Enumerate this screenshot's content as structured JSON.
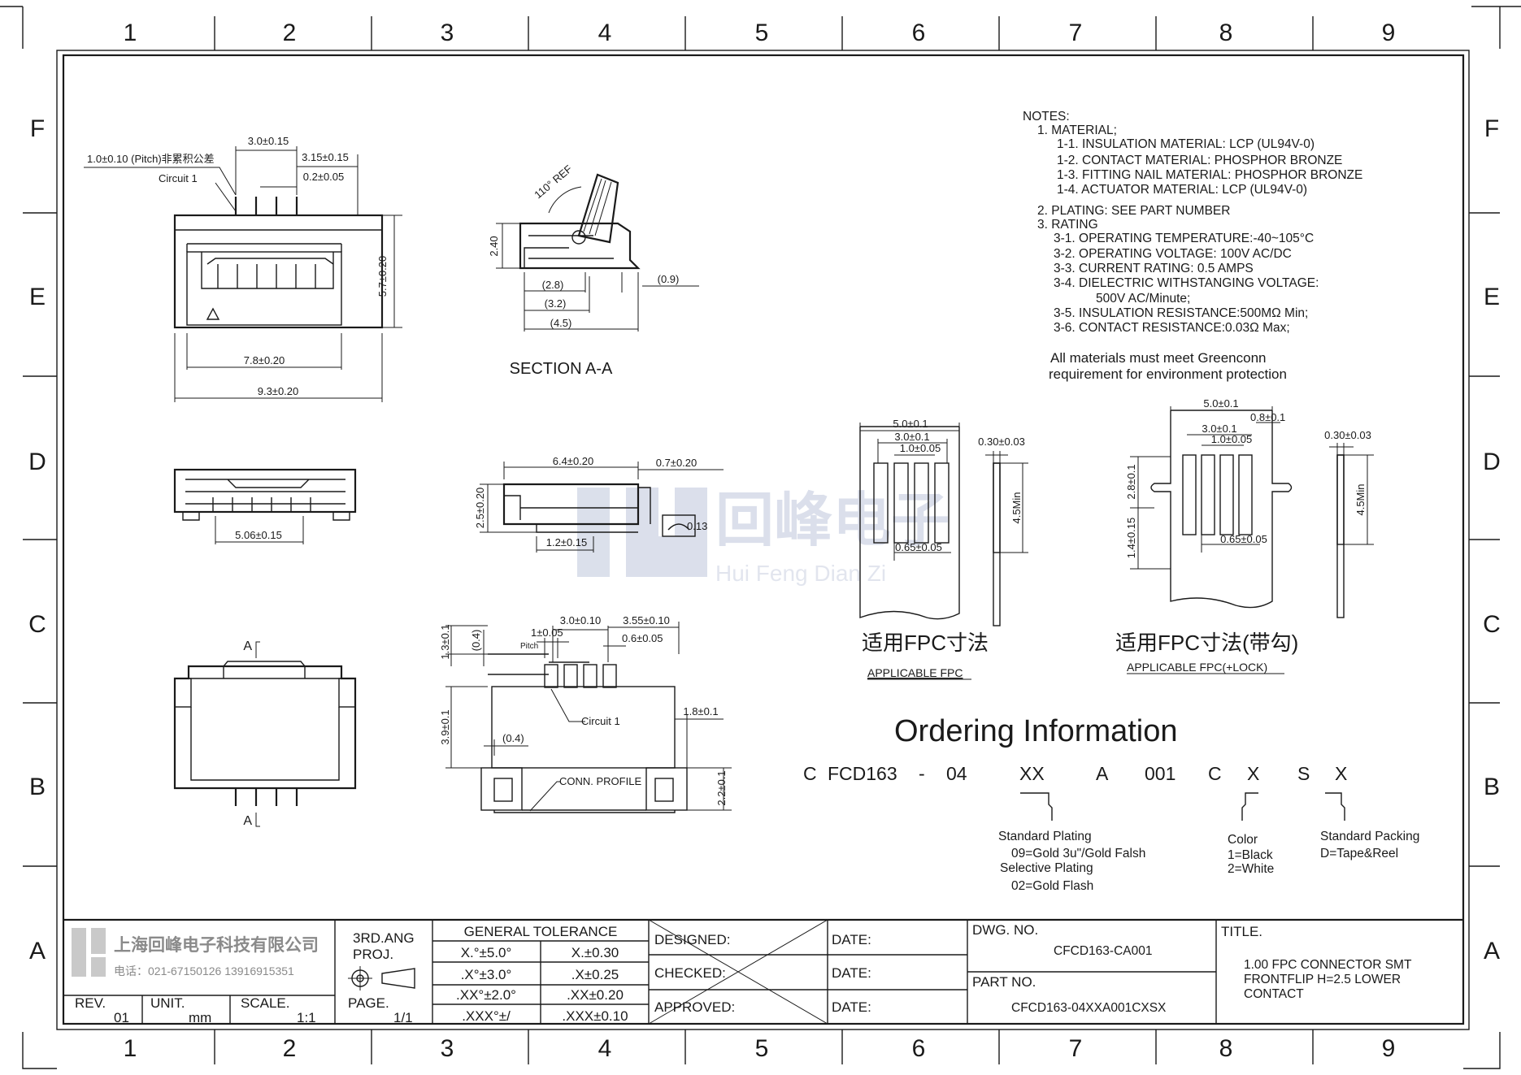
{
  "zones": {
    "columns": [
      "1",
      "2",
      "3",
      "4",
      "5",
      "6",
      "7",
      "8",
      "9"
    ],
    "rows": [
      "F",
      "E",
      "D",
      "C",
      "B",
      "A"
    ]
  },
  "top_view": {
    "pitch_label": "1.0±0.10 (Pitch)非累积公差",
    "circuit_label": "Circuit 1",
    "dim_span": "3.0±0.15",
    "dim_right": "3.15±0.15",
    "dim_pin": "0.2±0.05",
    "dim_height": "5.7±0.20",
    "dim_inner_width": "7.8±0.20",
    "dim_total_width": "9.3±0.20"
  },
  "section": {
    "angle": "110° REF",
    "height": "2.40",
    "d1": "(2.8)",
    "d2": "(3.2)",
    "d3": "(4.5)",
    "d4": "(0.9)",
    "caption": "SECTION A-A"
  },
  "front_view": {
    "width": "5.06±0.15"
  },
  "side_view": {
    "length": "6.4±0.20",
    "tab": "0.7±0.20",
    "height": "2.5±0.20",
    "foot": "1.2±0.15",
    "thickness": "0.13"
  },
  "pad_layout": {
    "pitch_dim": "1±0.05",
    "pitch_word": "Pitch",
    "span": "3.0±0.10",
    "right": "3.55±0.10",
    "pad_width": "0.6±0.05",
    "h1": "1.3±0.1",
    "h2": "(0.4)",
    "h3": "3.9±0.1",
    "h4": "(0.4)",
    "side": "1.8±0.1",
    "nail_height": "2.2±0.1",
    "circuit": "Circuit 1",
    "profile": "CONN. PROFILE"
  },
  "bottom_view": {
    "section_mark": "A"
  },
  "notes": {
    "heading": "NOTES:",
    "lines": [
      "1. MATERIAL;",
      "1-1. INSULATION MATERIAL: LCP (UL94V-0)",
      "1-2. CONTACT MATERIAL: PHOSPHOR BRONZE",
      "1-3. FITTING NAIL MATERIAL: PHOSPHOR BRONZE",
      "1-4. ACTUATOR MATERIAL: LCP (UL94V-0)",
      "2. PLATING: SEE PART NUMBER",
      "3. RATING",
      "3-1. OPERATING TEMPERATURE:-40~105°C",
      "3-2. OPERATING VOLTAGE: 100V AC/DC",
      "3-3. CURRENT RATING: 0.5 AMPS",
      "3-4. DIELECTRIC WITHSTANGING VOLTAGE:",
      "500V AC/Minute;",
      "3-5. INSULATION RESISTANCE:500MΩ Min;",
      "3-6. CONTACT RESISTANCE:0.03Ω Max;"
    ],
    "env1": "All materials must meet Greenconn",
    "env2": "requirement for environment protection"
  },
  "fpc": {
    "w_total": "5.0±0.1",
    "w_span": "3.0±0.1",
    "w_pitch": "1.0±0.05",
    "w_pad": "0.65±0.05",
    "thick": "0.30±0.03",
    "min_len": "4.5Min",
    "title_cn": "适用FPC寸法",
    "title_en": "APPLICABLE FPC"
  },
  "fpc_lock": {
    "w_total": "5.0±0.1",
    "w_lock": "0.8±0.1",
    "w_span": "3.0±0.1",
    "w_pitch": "1.0±0.05",
    "w_pad": "0.65±0.05",
    "h1": "2.8±0.1",
    "h2": "1.4±0.15",
    "thick": "0.30±0.03",
    "min_len": "4.5Min",
    "title_cn": "适用FPC寸法(带勾)",
    "title_en": "APPLICABLE FPC(+LOCK)"
  },
  "ordering": {
    "title": "Ordering Information",
    "code": [
      "C",
      "FCD163",
      "-",
      "04",
      "XX",
      "A",
      "001",
      "C",
      "X",
      "S",
      "X"
    ],
    "plating1": "Standard Plating",
    "plating2": "09=Gold 3u\"/Gold Falsh",
    "plating3": "Selective Plating",
    "plating4": "02=Gold Flash",
    "color1": "Color",
    "color2": "1=Black",
    "color3": "2=White",
    "pack1": "Standard Packing",
    "pack2": "D=Tape&Reel"
  },
  "watermark": {
    "cn": "回峰电子",
    "en": "Hui Feng Dian Zi"
  },
  "title_block": {
    "company": "上海回峰电子科技有限公司",
    "phone": "电话：021-67150126 13916915351",
    "proj": "3RD.ANG",
    "proj2": "PROJ.",
    "rev_label": "REV.",
    "rev": "01",
    "unit_label": "UNIT.",
    "unit": "mm",
    "scale_label": "SCALE.",
    "scale": "1:1",
    "page_label": "PAGE.",
    "page": "1/1",
    "tol_title": "GENERAL TOLERANCE",
    "tol": [
      [
        "X.°±5.0°",
        "X.±0.30"
      ],
      [
        ".X°±3.0°",
        ".X±0.25"
      ],
      [
        ".XX°±2.0°",
        ".XX±0.20"
      ],
      [
        ".XXX°±/",
        ".XXX±0.10"
      ]
    ],
    "designed": "DESIGNED:",
    "checked": "CHECKED:",
    "approved": "APPROVED:",
    "date": "DATE:",
    "dwg_label": "DWG. NO.",
    "dwg": "CFCD163-CA001",
    "part_label": "PART NO.",
    "part": "CFCD163-04XXA001CXSX",
    "title_label": "TITLE.",
    "title1": "1.00 FPC CONNECTOR SMT",
    "title2": "FRONTFLIP H=2.5 LOWER",
    "title3": "CONTACT"
  }
}
